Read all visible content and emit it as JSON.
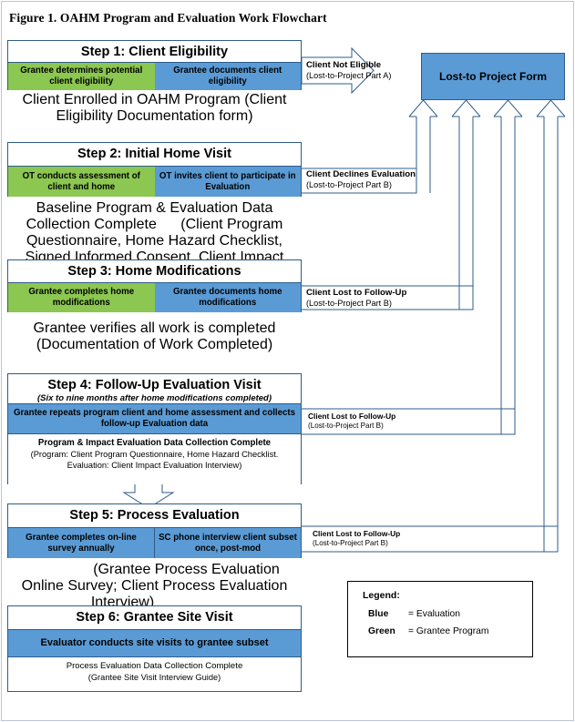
{
  "figure": {
    "title": "Figure 1. OAHM Program and Evaluation Work Flowchart"
  },
  "colors": {
    "green": "#8CC751",
    "blue": "#5B9BD5",
    "border": "#2e5c8a",
    "page_border": "#b9c6da"
  },
  "lost_to_project": {
    "label": "Lost-to Project Form"
  },
  "steps": [
    {
      "id": "step1",
      "heading": "Step 1: Client Eligibility",
      "subheading": "",
      "cells": [
        {
          "text": "Grantee determines potential client eligibility",
          "color": "green"
        },
        {
          "text": "Grantee documents client eligibility",
          "color": "blue"
        }
      ],
      "footer_inside": false,
      "footer_line1": "Client Enrolled in OAHM Program",
      "footer_line2": "(Client Eligibility Documentation form)"
    },
    {
      "id": "step2",
      "heading": "Step 2: Initial Home Visit",
      "subheading": "",
      "cells": [
        {
          "text": "OT conducts assessment of client and home",
          "color": "green"
        },
        {
          "text": "OT invites client to participate in Evaluation",
          "color": "blue"
        }
      ],
      "footer_inside": false,
      "footer_line1": "Baseline Program & Evaluation Data Collection Complete",
      "footer_line2": "(Client Program Questionnaire, Home Hazard Checklist, Signed Informed Consent, Client Impact Evaluation Interview)"
    },
    {
      "id": "step3",
      "heading": "Step 3: Home Modifications",
      "subheading": "",
      "cells": [
        {
          "text": "Grantee completes home modifications",
          "color": "green"
        },
        {
          "text": "Grantee documents home modifications",
          "color": "blue"
        }
      ],
      "footer_inside": false,
      "footer_line1": "Grantee verifies all work is completed",
      "footer_line2": "(Documentation of Work Completed)"
    },
    {
      "id": "step4",
      "heading": "Step 4: Follow-Up Evaluation Visit",
      "subheading": "(Six to nine months after home modifications completed)",
      "cells": [
        {
          "text": "Grantee repeats program client and home assessment and collects follow-up Evaluation data",
          "color": "blue"
        }
      ],
      "footer_inside": true,
      "footer_line1": "Program & Impact Evaluation Data Collection Complete",
      "footer_line2": "(Program: Client Program Questionnaire, Home Hazard Checklist. Evaluation:  Client Impact Evaluation Interview)"
    },
    {
      "id": "step5",
      "heading": "Step 5: Process Evaluation",
      "subheading": "",
      "cells": [
        {
          "text": "Grantee completes on-line survey annually",
          "color": "blue"
        },
        {
          "text": "SC phone interview client subset once, post-mod",
          "color": "blue"
        }
      ],
      "footer_inside": false,
      "footer_line1": "",
      "footer_line2": "(Grantee Process Evaluation Online Survey; Client Process Evaluation Interview)"
    },
    {
      "id": "step6",
      "heading": "Step 6: Grantee Site Visit",
      "subheading": "",
      "cells": [
        {
          "text": "Evaluator conducts site visits to grantee subset",
          "color": "blue"
        }
      ],
      "footer_inside": true,
      "footer_line1": "Process Evaluation Data Collection Complete",
      "footer_line2": "(Grantee Site Visit Interview Guide)"
    }
  ],
  "connectors": [
    {
      "id": "conn1",
      "from_step": "step1",
      "line1": "Client Not Eligible",
      "line2": "(Lost-to-Project Part A)"
    },
    {
      "id": "conn2",
      "from_step": "step2",
      "line1": "Client Declines Evaluation",
      "line2": "(Lost-to-Project Part B)"
    },
    {
      "id": "conn3",
      "from_step": "step3",
      "line1": "Client Lost to Follow-Up",
      "line2": "(Lost-to-Project Part B)"
    },
    {
      "id": "conn4",
      "from_step": "step4",
      "line1": "Client Lost to Follow-Up",
      "line2": "(Lost-to-Project Part B)"
    },
    {
      "id": "conn5",
      "from_step": "step5",
      "line1": "Client Lost to Follow-Up",
      "line2": "(Lost-to-Project Part B)"
    }
  ],
  "legend": {
    "title": "Legend:",
    "rows": [
      {
        "key": "Blue",
        "value": "= Evaluation"
      },
      {
        "key": "Green",
        "value": "= Grantee Program"
      }
    ]
  }
}
